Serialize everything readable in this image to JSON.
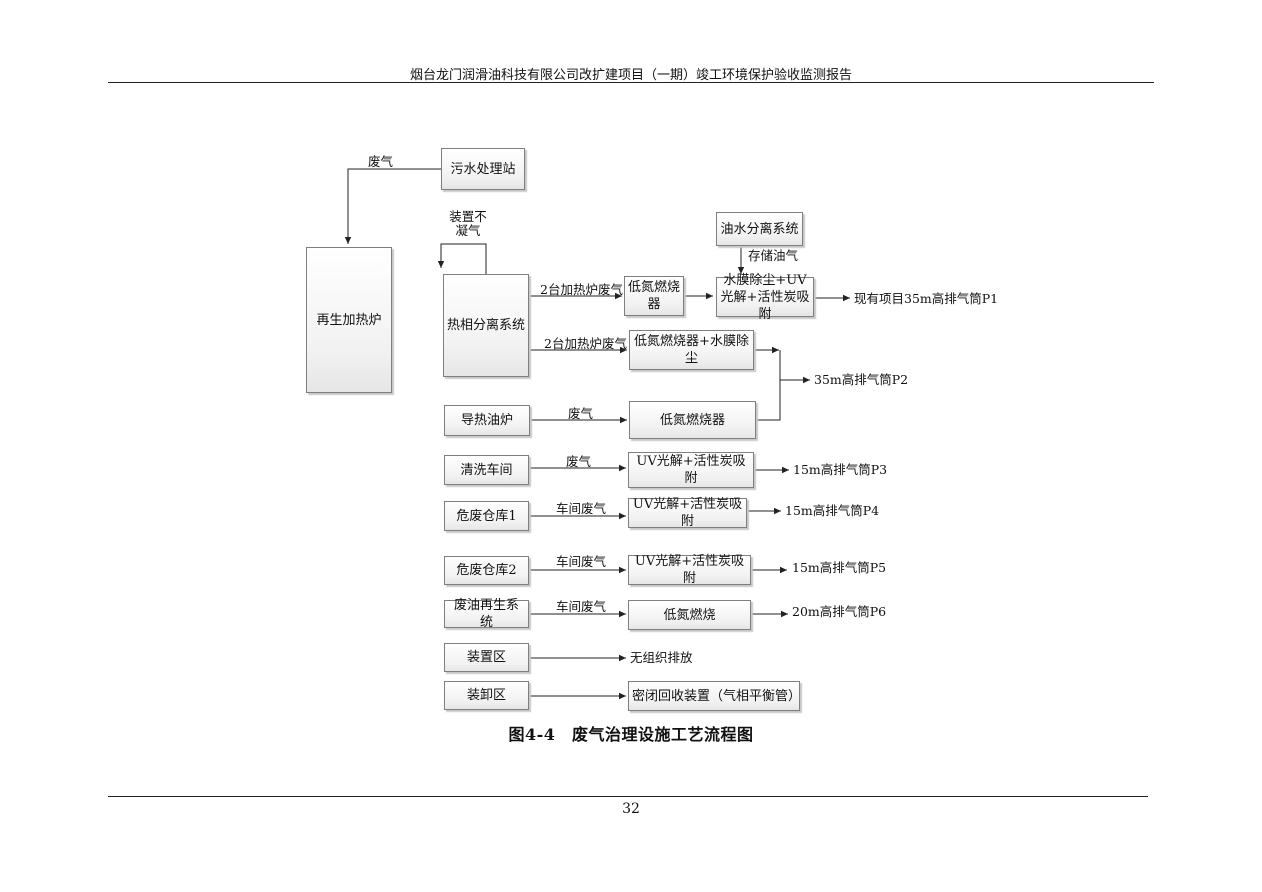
{
  "header": {
    "title": "烟台龙门润滑油科技有限公司改扩建项目（一期）竣工环境保护验收监测报告"
  },
  "boxes": {
    "wastewater_station": "污水处理站",
    "regen_furnace": "再生加热炉",
    "thermal_separation": "热相分离系统",
    "low_nox_burner_a": "低氮燃烧器",
    "oil_water_sep": "油水分离系统",
    "water_film_uv": "水膜除尘+UV光解+活性炭吸附",
    "low_nox_water_film": "低氮燃烧器+水膜除尘",
    "thermal_oil_furnace": "导热油炉",
    "low_nox_burner_b": "低氮燃烧器",
    "cleaning_workshop": "清洗车间",
    "uv_carbon_a": "UV光解+活性炭吸附",
    "haz_warehouse_1": "危废仓库1",
    "uv_carbon_b": "UV光解+活性炭吸附",
    "haz_warehouse_2": "危废仓库2",
    "uv_carbon_c": "UV光解+活性炭吸附",
    "waste_oil_regen": "废油再生系统",
    "low_nox_burn": "低氮燃烧",
    "device_area": "装置区",
    "unloading_area": "装卸区",
    "closed_recovery": "密闭回收装置（气相平衡管）"
  },
  "labels": {
    "waste_gas_top": "废气",
    "noncondensable": "装置不凝气",
    "furnace_gas_1": "2台加热炉废气",
    "storage_oil_gas": "存储油气",
    "stack_p1": "现有项目35m高排气筒P1",
    "furnace_gas_2": "2台加热炉废气",
    "stack_p2": "35m高排气筒P2",
    "waste_gas_thermal": "废气",
    "waste_gas_cleaning": "废气",
    "stack_p3": "15m高排气筒P3",
    "workshop_gas_1": "车间废气",
    "stack_p4": "15m高排气筒P4",
    "workshop_gas_2": "车间废气",
    "stack_p5": "15m高排气筒P5",
    "workshop_gas_3": "车间废气",
    "stack_p6": "20m高排气筒P6",
    "unorganized": "无组织排放"
  },
  "caption": "图4-4　废气治理设施工艺流程图",
  "page_number": "32"
}
